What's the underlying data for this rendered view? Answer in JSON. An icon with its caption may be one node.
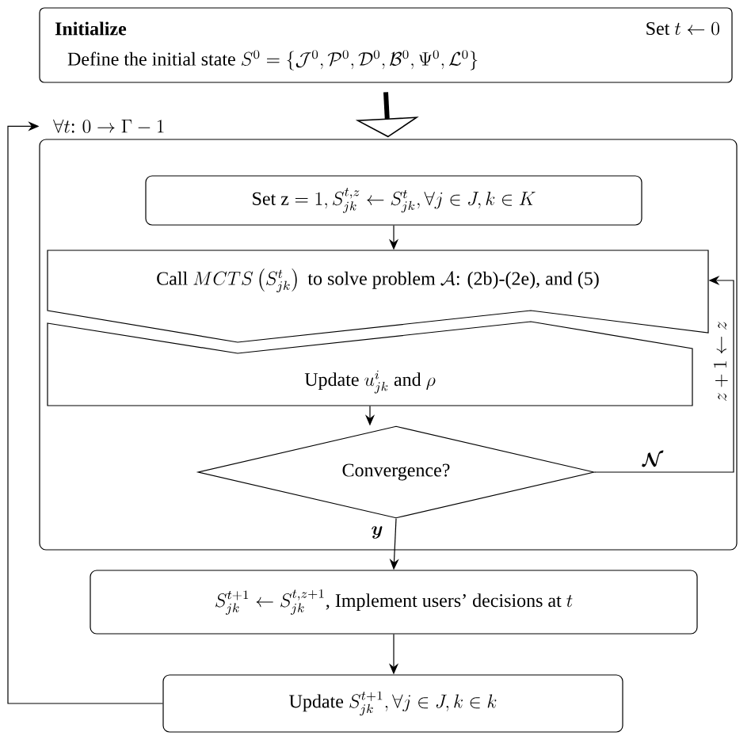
{
  "diagram": {
    "nodes": [
      {
        "text": [
          "Initialize",
          "\\text{Set } t \\leftarrow 0",
          "\\text{Define the initial state } S^0=\\{\\mathcal{J}^0,\\mathcal{P}^0,\\mathcal{D}^0,\\mathcal{B}^0,\\Psi^0,\\mathcal{L}^0\\}"
        ]
      },
      {
        "text": [
          "\\forall t\\text{: } 0 \\rightarrow \\Gamma - 1"
        ]
      },
      {
        "text": [
          "\\text{Set z} = 1, S_{jk}^{t,z} \\leftarrow S_{jk}^{t}, \\forall j \\in J, k \\in K"
        ],
        "in": 1
      },
      {
        "text": [
          "\\text{Call } MCTS\\left(S_{jk}^{t}\\right) \\text{ to solve problem } \\mathcal{A}\\text{: (2b)-(2e), and (5)}"
        ],
        "in": 1
      },
      {
        "text": [
          "\\text{Update } u_{jk}^{i} \\text{ and } \\rho"
        ],
        "in": 1
      },
      {
        "text": [
          "Convergence?"
        ],
        "in": 1
      },
      {
        "text": [
          "S_{jk}^{t+1} \\leftarrow S_{jk}^{t,z+1}\\text{, Implement users' decisions at } t"
        ]
      },
      {
        "text": [
          "\\text{Update } S_{jk}^{t+1}, \\forall j \\in J, k \\in k"
        ]
      }
    ],
    "edges": [
      {
        "from": 0,
        "to": 1,
        "arrow": "to",
        "style": "thick"
      },
      {
        "from": 2,
        "to": 3,
        "arrow": "to"
      },
      {
        "from": 4,
        "to": 5,
        "arrow": "to"
      },
      {
        "from": 5,
        "to": 3,
        "arrow": "to",
        "label": "z + 1 \\leftarrow z"
      },
      {
        "from": 5,
        "to": 6,
        "arrow": "to",
        "label": "\\boldsymbol{y}"
      },
      {
        "from": 6,
        "to": 7,
        "arrow": "to"
      },
      {
        "from": 7,
        "to": 1,
        "arrow": "to"
      }
    ],
    "labels": [
      "\\boldsymbol{\\mathcal{N}}"
    ]
  }
}
